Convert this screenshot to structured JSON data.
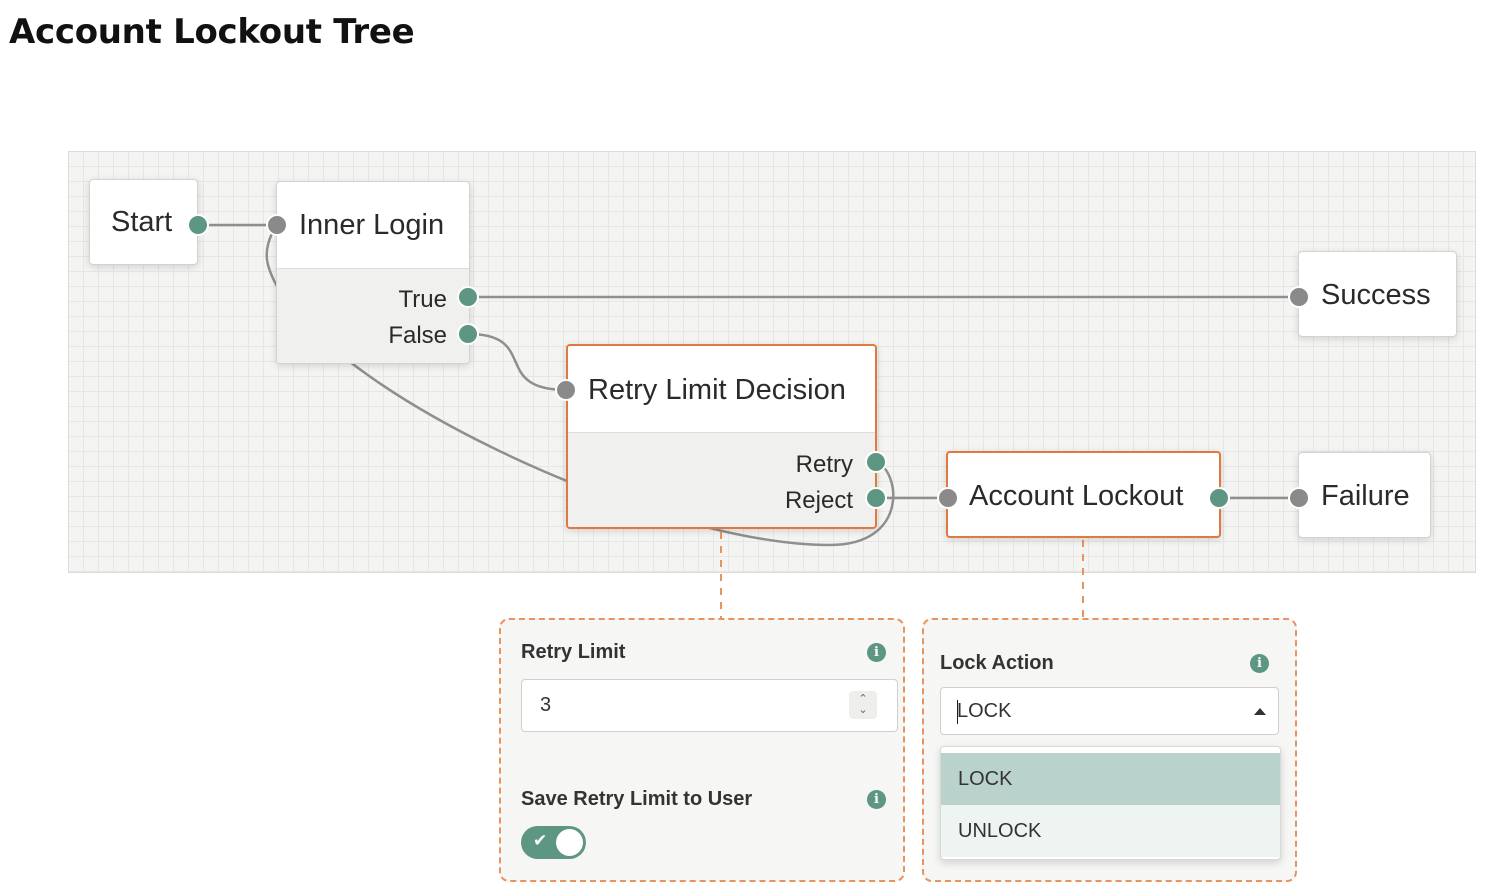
{
  "page": {
    "title": "Account Lockout Tree"
  },
  "colors": {
    "accent_green": "#5e9684",
    "input_port_gray": "#8a8a8a",
    "selected_border_orange": "#e2783d",
    "option_selected_bg": "#b9d3cc"
  },
  "nodes": {
    "start": {
      "title": "Start"
    },
    "inner_login": {
      "title": "Inner Login",
      "outcomes": [
        "True",
        "False"
      ]
    },
    "retry_limit_decision": {
      "title": "Retry Limit Decision",
      "outcomes": [
        "Retry",
        "Reject"
      ]
    },
    "account_lockout": {
      "title": "Account Lockout"
    },
    "success": {
      "title": "Success"
    },
    "failure": {
      "title": "Failure"
    }
  },
  "retry_panel": {
    "retry_limit_label": "Retry Limit",
    "retry_limit_value": "3",
    "save_retry_label": "Save Retry Limit to User",
    "save_retry_enabled": true,
    "info_icon": "i",
    "toggle_check": "✔"
  },
  "lockout_panel": {
    "lock_action_label": "Lock Action",
    "lock_action_value": "LOCK",
    "options": [
      "LOCK",
      "UNLOCK"
    ],
    "selected_option": "LOCK",
    "info_icon": "i"
  }
}
